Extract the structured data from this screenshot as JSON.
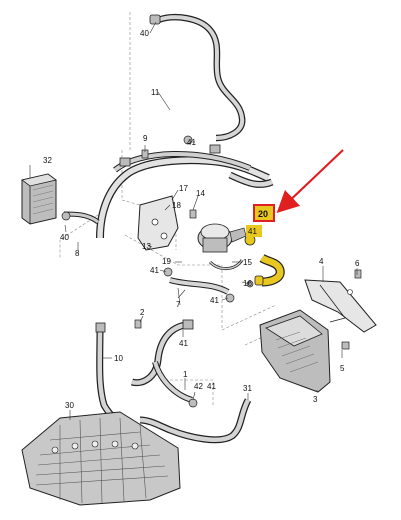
{
  "callouts": {
    "c40_top": "40",
    "c11": "11",
    "c9": "9",
    "c41_a": "41",
    "c32": "32",
    "c17": "17",
    "c18": "18",
    "c14": "14",
    "c20": "20",
    "c41_highlight": "41",
    "c13": "13",
    "c19": "19",
    "c40_left": "40",
    "c8": "8",
    "c41_b": "41",
    "c15": "15",
    "c16": "16",
    "c41_c": "41",
    "c7": "7",
    "c4": "4",
    "c6": "6",
    "c2": "2",
    "c41_d": "41",
    "c10": "10",
    "c5": "5",
    "c1": "1",
    "c42": "42",
    "c41_e": "41",
    "c31": "31",
    "c3": "3",
    "c30": "30"
  },
  "highlight_color": "#e8c820",
  "pointer_color": "#e02020"
}
